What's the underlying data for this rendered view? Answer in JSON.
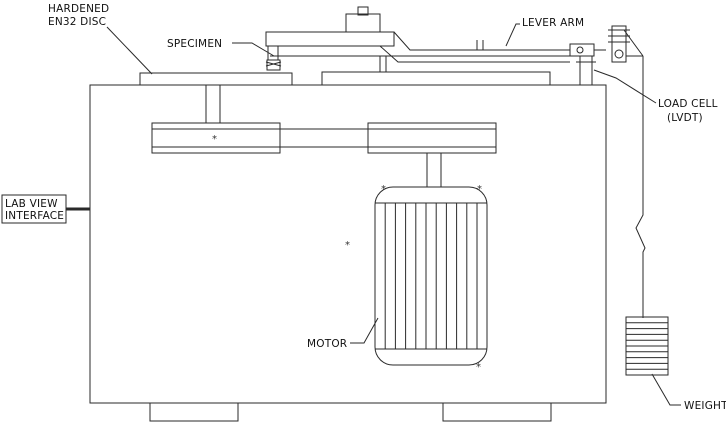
{
  "labels": {
    "disc_line1": "HARDENED",
    "disc_line2": "EN32 DISC",
    "specimen": "SPECIMEN",
    "lever_arm": "LEVER ARM",
    "load_cell_line1": "LOAD CELL",
    "load_cell_line2": "(LVDT)",
    "labview_line1": "LAB VIEW",
    "labview_line2": "INTERFACE",
    "motor": "MOTOR",
    "weight": "WEIGHT"
  },
  "markers": {
    "asterisk": "*"
  },
  "colors": {
    "line": "#2a2a2a",
    "background": "#ffffff",
    "text": "#111111"
  }
}
